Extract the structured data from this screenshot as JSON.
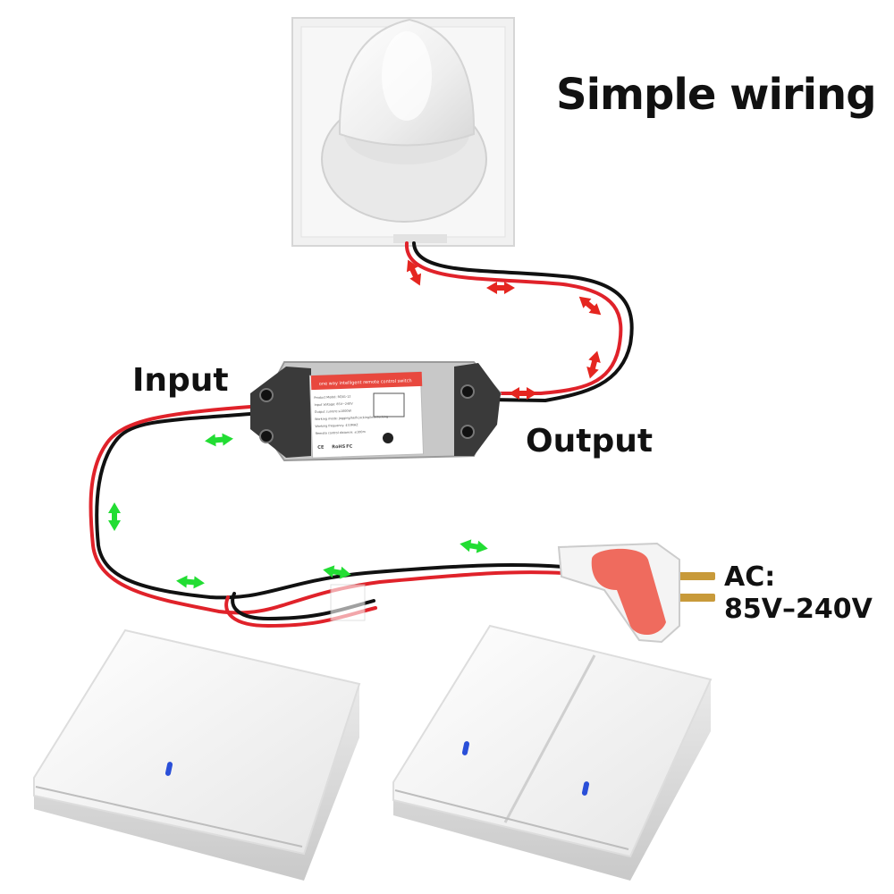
{
  "title": "Simple wiring",
  "labels": {
    "input": "Input",
    "output": "Output",
    "ac_line1": "AC:",
    "ac_line2": "85V–240V"
  },
  "controller": {
    "header_text": "one way intelligent remote control switch",
    "spec_lines": [
      "Product Model: RQ01-12",
      "Input Voltage: 85V~240V",
      "Output current:≤1000W",
      "Working mode: Jogging/Self-Locking/Interlocking",
      "Working frequency: 433MHZ",
      "Remote control distance: ≤100m"
    ],
    "marks": [
      "CE",
      "RoHS",
      "FC"
    ]
  },
  "colors": {
    "flow_to_lamp": "#e52620",
    "flow_from_mains": "#22dd33",
    "wire_live": "#e0222a",
    "wire_neutral": "#111111",
    "plug_body": "#ef6b5e",
    "controller_label": "#e8483e",
    "switch_led": "#2a4fd8"
  },
  "icons": [
    "ceiling-lamp",
    "switch-controller",
    "mains-plug",
    "single-remote-switch",
    "double-remote-switch"
  ]
}
